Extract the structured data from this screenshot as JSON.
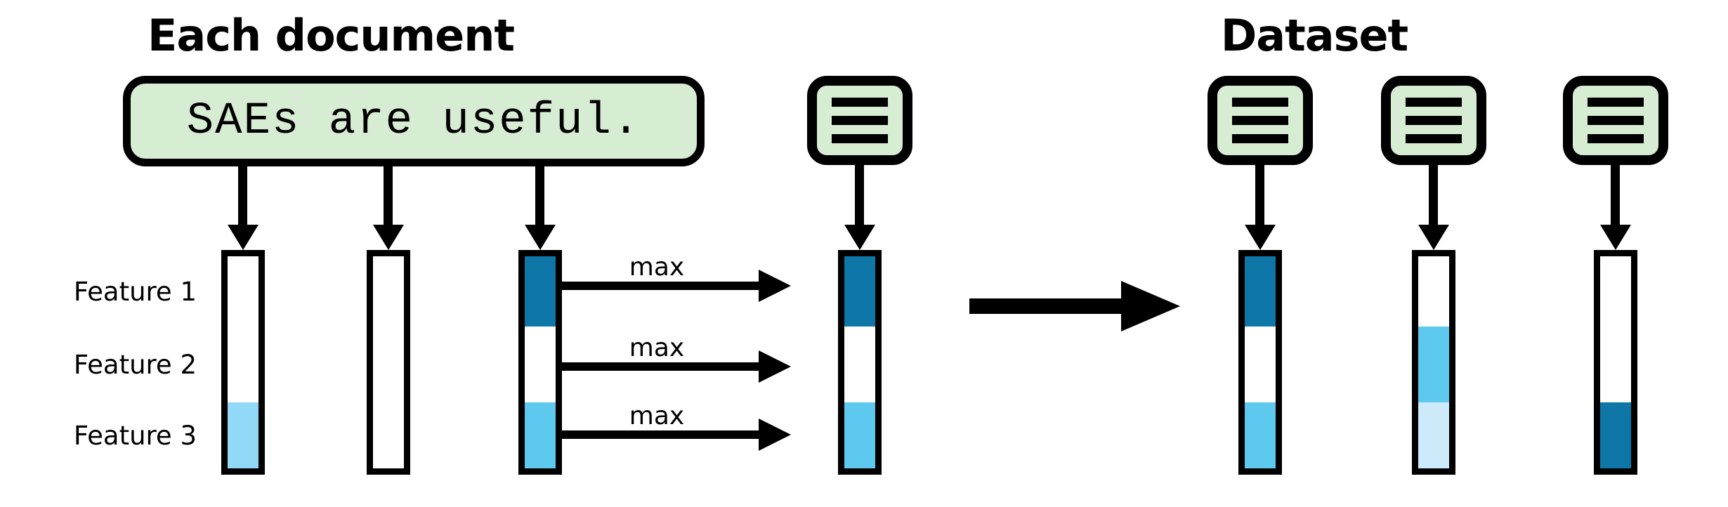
{
  "titles": {
    "left": "Each document",
    "right": "Dataset"
  },
  "sentence_box": {
    "text": "SAEs are useful."
  },
  "feature_labels": [
    "Feature 1",
    "Feature 2",
    "Feature 3"
  ],
  "max_labels": [
    "max",
    "max",
    "max"
  ],
  "colors": {
    "background": "#ffffff",
    "outline_black": "#000000",
    "doc_green": "#d7edd3",
    "dark_blue": "#0f76a8",
    "sky_blue": "#5ec9ee",
    "light_blue": "#92d9f8",
    "pale_blue": "#cdeafb"
  },
  "icons": {
    "document_icon": "rounded square with three horizontal text lines",
    "document_icon_count": 4
  },
  "bars": {
    "token_bars": [
      {
        "segments": [
          null,
          null,
          "light_blue"
        ]
      },
      {
        "segments": [
          null,
          null,
          null
        ]
      },
      {
        "segments": [
          "dark_blue",
          null,
          "sky_blue"
        ]
      }
    ],
    "document_summary_bar": {
      "segments": [
        "dark_blue",
        null,
        "sky_blue"
      ]
    },
    "dataset_bars": [
      {
        "segments": [
          "dark_blue",
          null,
          "sky_blue"
        ]
      },
      {
        "segments": [
          null,
          "sky_blue",
          "pale_blue"
        ]
      },
      {
        "segments": [
          null,
          null,
          "dark_blue"
        ]
      }
    ]
  }
}
